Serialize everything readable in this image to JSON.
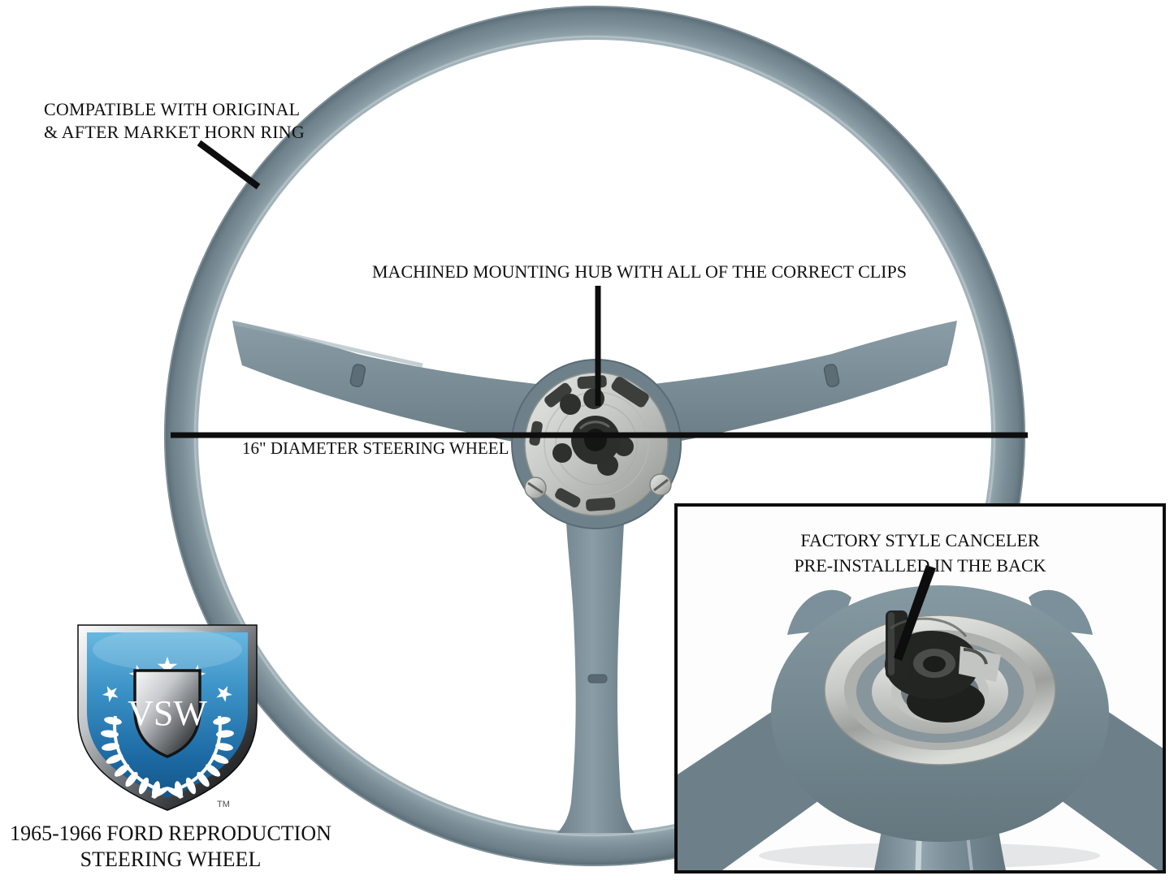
{
  "image": {
    "alt": "1965-1966 Ford reproduction steering wheel with annotation callouts"
  },
  "colors": {
    "background": "#ffffff",
    "wheel_base": "#7b8e97",
    "wheel_highlight": "#a5b6bc",
    "wheel_shadow": "#5a6b75",
    "hub_aluminum": "#c9ccc8",
    "annotation_line": "#0d0d0d",
    "text": "#101010",
    "inset_border": "#0d0d0d",
    "logo_blue_light": "#4fa8d8",
    "logo_blue_dark": "#1e5f96",
    "logo_chrome_light": "#f2f2f2",
    "logo_chrome_dark": "#1f2123"
  },
  "callouts": {
    "horn_ring": {
      "line1": "COMPATIBLE WITH ORIGINAL",
      "line2": "& AFTER MARKET HORN RING"
    },
    "mounting_hub": {
      "text": "MACHINED MOUNTING HUB WITH ALL OF THE CORRECT CLIPS"
    },
    "diameter": {
      "text": "16\" DIAMETER STEERING WHEEL"
    },
    "canceler": {
      "line1": "FACTORY STYLE CANCELER",
      "line2": "PRE-INSTALLED IN THE BACK"
    }
  },
  "logo": {
    "monogram": "VSW",
    "trademark": "TM",
    "star_glyph": "★",
    "star_count": 5
  },
  "title": {
    "line1": "1965-1966 FORD REPRODUCTION",
    "line2": "STEERING WHEEL"
  }
}
